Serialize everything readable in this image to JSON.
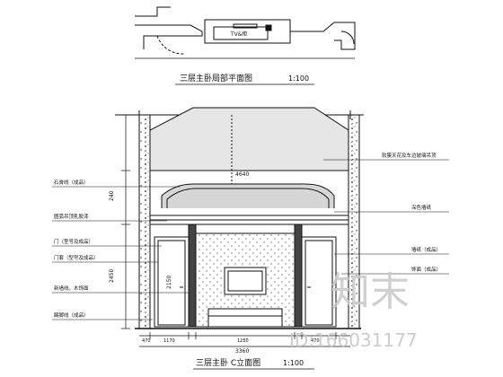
{
  "plan": {
    "title": "三层主卧局部平面图",
    "scale": "1:100",
    "tv_label": "TV&柜"
  },
  "elevation": {
    "title": "三层主卧 C立面图",
    "scale": "1:100",
    "left_notes": [
      "石膏线（成品）",
      "圆弧吊顶乳胶漆",
      "门（型号及成品）",
      "门套（型号及成品）",
      "新墙线，木饰面",
      "踢脚线（成品）"
    ],
    "right_notes": [
      "软膜天花及车边玻璃吊顶",
      "深色墙纸",
      "墙纸（成品）",
      "饰面（成品）"
    ],
    "dimensions": {
      "top_width": "4640",
      "bottom_total": "3360",
      "bottom_center": "1250",
      "bottom_left_a": "1170",
      "bottom_left_b": "470",
      "bottom_right_a": "470",
      "door_height": "2150",
      "left_height_upper": "240",
      "left_height_lower": "2450"
    }
  },
  "watermark": {
    "brand": "知末",
    "id_text": "ID:166031177"
  }
}
